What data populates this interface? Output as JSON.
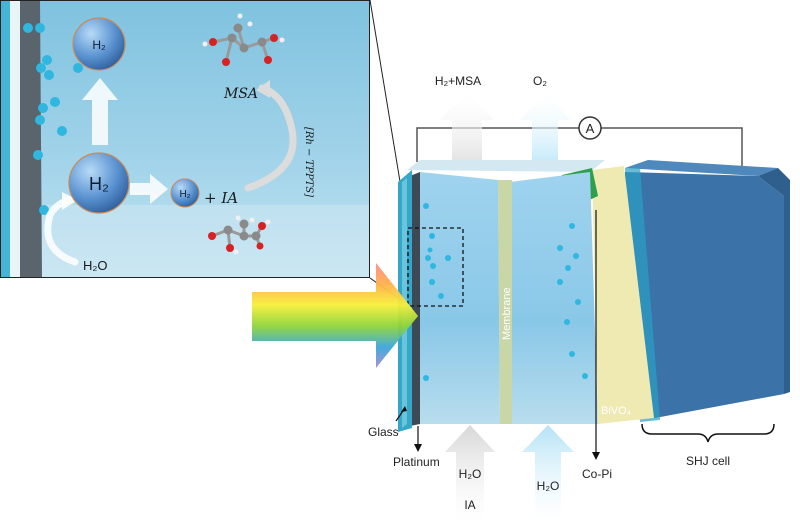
{
  "inset": {
    "bubble_large_top": "H₂",
    "bubble_large_center": "H₂",
    "bubble_small": "H₂",
    "plus_ia": "+ IA",
    "msa": "MSA",
    "catalyst": "[Rh − TPPTS]",
    "water": "H₂O"
  },
  "cell": {
    "outlet_left": "H₂+MSA",
    "outlet_right": "O₂",
    "circuit_symbol": "A",
    "membrane": "Membrane",
    "bivo4": "BiVO₄",
    "glass": "Glass",
    "platinum": "Platinum",
    "inlet_left_line1": "H₂O",
    "inlet_left_line2": "IA",
    "inlet_right": "H₂O",
    "copi": "Co-Pi",
    "shj": "SHJ cell"
  },
  "colors": {
    "electrolyte": "#9fd3ee",
    "glass_edge": "#35a7c8",
    "membrane": "#c9d7a6",
    "bivo4": "#efe9b2",
    "copi_green": "#2e9e4f",
    "shj_front": "#3b73a8",
    "bubble": "#2fb7e0"
  }
}
